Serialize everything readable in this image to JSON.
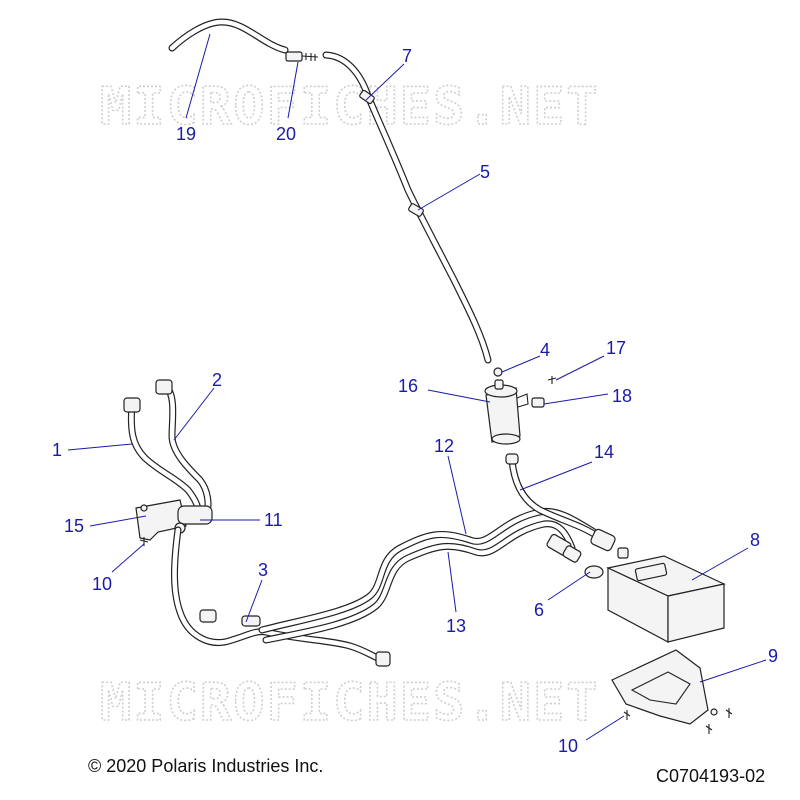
{
  "watermark": "MICROFICHES.NET",
  "callouts": [
    {
      "id": "c19",
      "label": "19"
    },
    {
      "id": "c20",
      "label": "20"
    },
    {
      "id": "c7",
      "label": "7"
    },
    {
      "id": "c5",
      "label": "5"
    },
    {
      "id": "c4",
      "label": "4"
    },
    {
      "id": "c17",
      "label": "17"
    },
    {
      "id": "c16",
      "label": "16"
    },
    {
      "id": "c18",
      "label": "18"
    },
    {
      "id": "c2",
      "label": "2"
    },
    {
      "id": "c1",
      "label": "1"
    },
    {
      "id": "c12",
      "label": "12"
    },
    {
      "id": "c14",
      "label": "14"
    },
    {
      "id": "c15",
      "label": "15"
    },
    {
      "id": "c11",
      "label": "11"
    },
    {
      "id": "c8",
      "label": "8"
    },
    {
      "id": "c10a",
      "label": "10"
    },
    {
      "id": "c3",
      "label": "3"
    },
    {
      "id": "c6",
      "label": "6"
    },
    {
      "id": "c13",
      "label": "13"
    },
    {
      "id": "c9",
      "label": "9"
    },
    {
      "id": "c10b",
      "label": "10"
    }
  ],
  "footer": {
    "copyright": "© 2020 Polaris Industries Inc.",
    "drawing_id": "C0704193-02"
  }
}
